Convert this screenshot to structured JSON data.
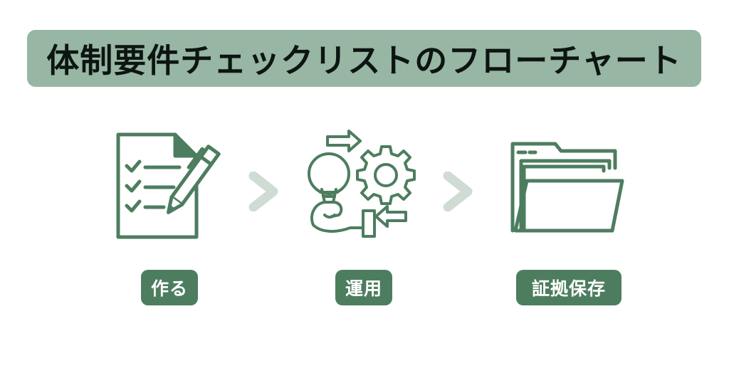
{
  "title": "体制要件チェックリストのフローチャート",
  "colors": {
    "banner_bg": "#97b6a3",
    "icon_stroke": "#4d7d5f",
    "chevron": "#cfdcd3",
    "pill_bg": "#4d7d5f"
  },
  "steps": [
    {
      "label": "作る",
      "icon": "checklist-pen-icon"
    },
    {
      "label": "運用",
      "icon": "lightbulb-gear-icon"
    },
    {
      "label": "証拠保存",
      "icon": "folder-icon"
    }
  ],
  "connectors": [
    "chevron-right-icon",
    "chevron-right-icon"
  ]
}
